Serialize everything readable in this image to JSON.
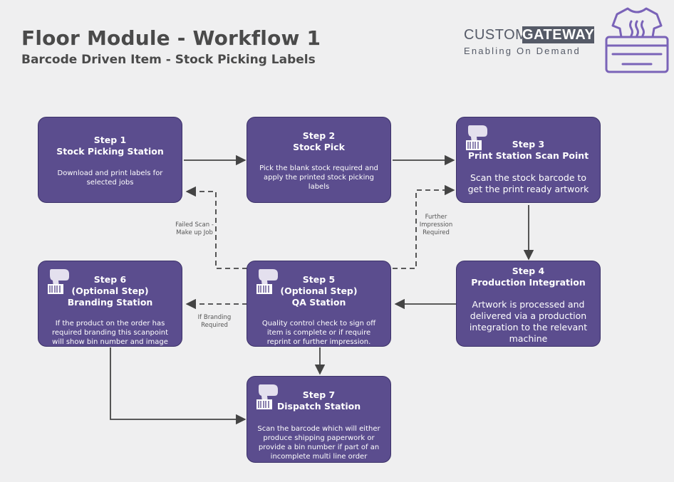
{
  "header": {
    "title": "Floor Module - Workflow 1",
    "subtitle": "Barcode Driven Item - Stock Picking Labels"
  },
  "logo": {
    "word1": "CUSTOM",
    "word2": "GATEWAY",
    "tagline": "Enabling On Demand",
    "icon": "tshirt-printer-icon"
  },
  "colors": {
    "box_fill": "#5b4d8e",
    "box_border": "#3c3269",
    "arrow": "#444444",
    "background": "#efeff0",
    "icon_purple": "#7a63b8"
  },
  "steps": [
    {
      "step": "Step 1",
      "name": "Stock Picking Station",
      "desc": "Download and print labels for selected jobs",
      "icon": null
    },
    {
      "step": "Step 2",
      "name": "Stock Pick",
      "desc": "Pick the blank stock required and apply the printed stock picking labels",
      "icon": null
    },
    {
      "step": "Step 3",
      "name": "Print Station Scan Point",
      "desc": "Scan the stock barcode to get the print ready artwork",
      "icon": "barcode-scanner-icon"
    },
    {
      "step": "Step 4",
      "name": "Production Integration",
      "desc": "Artwork is processed and delivered via a production integration to the relevant machine",
      "icon": null
    },
    {
      "step": "Step 5",
      "name": "(Optional Step)",
      "name2": "QA Station",
      "desc": "Quality control check to sign off item is complete or if require reprint or further impression.",
      "icon": "barcode-scanner-icon"
    },
    {
      "step": "Step 6",
      "name": "(Optional Step)",
      "name2": "Branding Station",
      "desc": "If the product on the order has required branding this scanpoint will show bin number and image",
      "icon": "barcode-scanner-icon"
    },
    {
      "step": "Step 7",
      "name": "Dispatch Station",
      "desc": "Scan the barcode which will either produce shipping paperwork or provide a bin number if part of an incomplete multi line order",
      "icon": "barcode-scanner-icon"
    }
  ],
  "flow_labels": {
    "failed_scan": [
      "Failed Scan -",
      "Make up Job"
    ],
    "further_impression": [
      "Further",
      "Impression",
      "Required"
    ],
    "if_branding": [
      "If Branding",
      "Required"
    ]
  }
}
